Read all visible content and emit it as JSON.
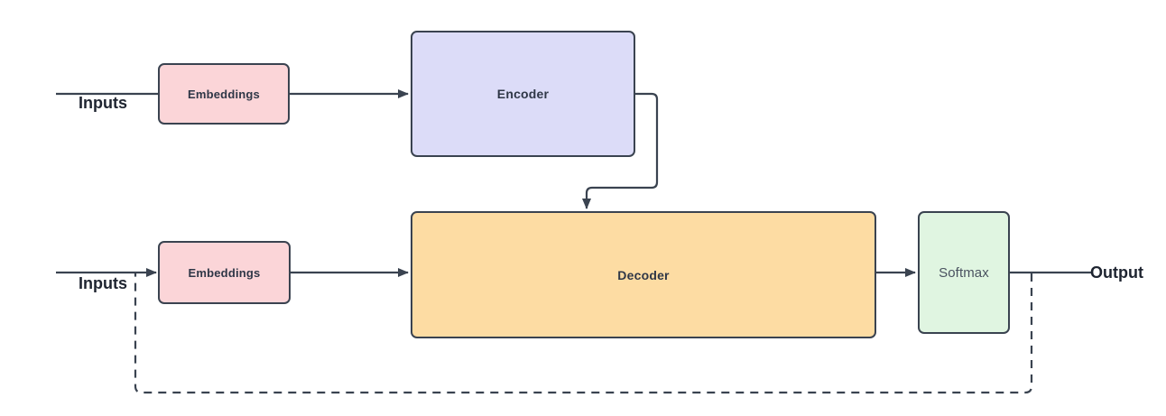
{
  "diagram": {
    "type": "flowchart",
    "description": "Transformer encoder-decoder architecture block diagram",
    "nodes": [
      {
        "id": "embeddings-top",
        "label": "Embeddings"
      },
      {
        "id": "encoder",
        "label": "Encoder"
      },
      {
        "id": "embeddings-bottom",
        "label": "Embeddings"
      },
      {
        "id": "decoder",
        "label": "Decoder"
      },
      {
        "id": "softmax",
        "label": "Softmax"
      }
    ],
    "edge_labels": {
      "inputs_top": "Inputs",
      "inputs_bottom": "Inputs",
      "output": "Output"
    },
    "edges": [
      {
        "from": "inputs-top",
        "to": "embeddings-top",
        "style": "solid",
        "arrow": true
      },
      {
        "from": "embeddings-top",
        "to": "encoder",
        "style": "solid",
        "arrow": true
      },
      {
        "from": "encoder",
        "to": "decoder",
        "style": "solid-elbow",
        "arrow": true
      },
      {
        "from": "inputs-bottom",
        "to": "embeddings-bottom",
        "style": "solid",
        "arrow": true
      },
      {
        "from": "embeddings-bottom",
        "to": "decoder",
        "style": "solid",
        "arrow": true
      },
      {
        "from": "decoder",
        "to": "softmax",
        "style": "solid",
        "arrow": true
      },
      {
        "from": "softmax",
        "to": "output",
        "style": "solid",
        "arrow": false
      },
      {
        "from": "output",
        "to": "inputs-bottom",
        "style": "dashed-feedback-loop",
        "arrow": false
      }
    ],
    "colors": {
      "background": "#ffffff",
      "border_and_lines": "#3a4350",
      "embeddings_fill": "#fbd5d8",
      "encoder_fill": "#dcdcf8",
      "decoder_fill": "#fddca3",
      "softmax_fill": "#e0f5e1",
      "node_label_text": "#2f3747",
      "softmax_label_text": "#4a5260",
      "edge_label_text": "#1e2430"
    }
  }
}
